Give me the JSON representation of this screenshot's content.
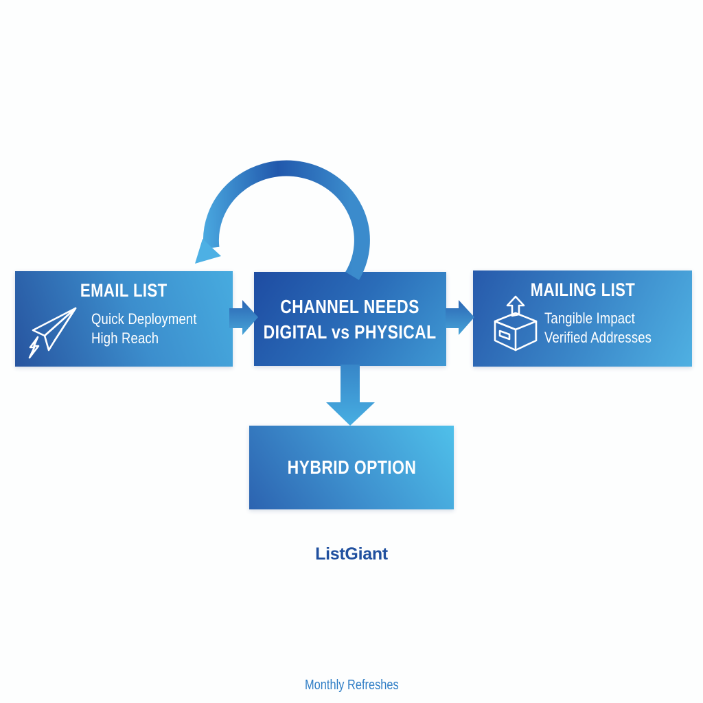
{
  "boxes": {
    "email": {
      "title": "EMAIL LIST",
      "subtitle_lines": [
        "Quick Deployment",
        "High Reach"
      ],
      "icon": "paper-plane-lightning-icon",
      "gradient_start": "#27549f",
      "gradient_end": "#47abdf"
    },
    "center": {
      "title_lines": [
        "CHANNEL NEEDS",
        "DIGITAL vs PHYSICAL"
      ],
      "gradient_start": "#1e4ca2",
      "gradient_end": "#3f98d3"
    },
    "mailing": {
      "title": "MAILING LIST",
      "subtitle_lines": [
        "Tangible Impact",
        "Verified Addresses"
      ],
      "icon": "package-upload-icon",
      "gradient_start": "#275aab",
      "gradient_end": "#4fb0e2"
    },
    "hybrid": {
      "title": "HYBRID OPTION",
      "gradient_start": "#2c63b0",
      "gradient_end": "#4fc0ea"
    }
  },
  "connectors": {
    "loop_arrow": "curved arrow from top of center box looping left toward email list",
    "email_to_center": "right arrow",
    "center_to_mailing": "right arrow",
    "center_to_hybrid": "down arrow",
    "arrow_color_dark": "#2158ac",
    "arrow_color_light": "#4db0e4"
  },
  "brand": {
    "name": "ListGiant",
    "color": "#20509f"
  },
  "footer": {
    "text": "Monthly Refreshes",
    "color": "#2e7dc5"
  }
}
